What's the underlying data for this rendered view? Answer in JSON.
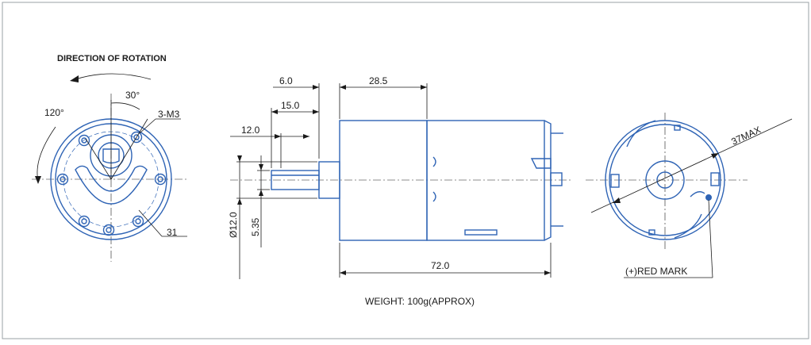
{
  "labels": {
    "direction_title": "DIRECTION OF ROTATION",
    "angle_30": "30°",
    "angle_120": "120°",
    "holes": "3-M3",
    "pcd": "31",
    "dim_6": "6.0",
    "dim_28_5": "28.5",
    "dim_15": "15.0",
    "dim_12": "12.0",
    "dim_dia12": "Ø12.0",
    "dim_5_35": "5.35",
    "dim_72": "72.0",
    "dim_37max": "37MAX",
    "red_mark": "(+)RED MARK",
    "weight": "WEIGHT: 100g(APPROX)"
  },
  "colors": {
    "part_outline": "#2f64b5",
    "dimension": "#1a1a1a",
    "frame_background": "#ffffff",
    "page_background": "#ffffff"
  }
}
